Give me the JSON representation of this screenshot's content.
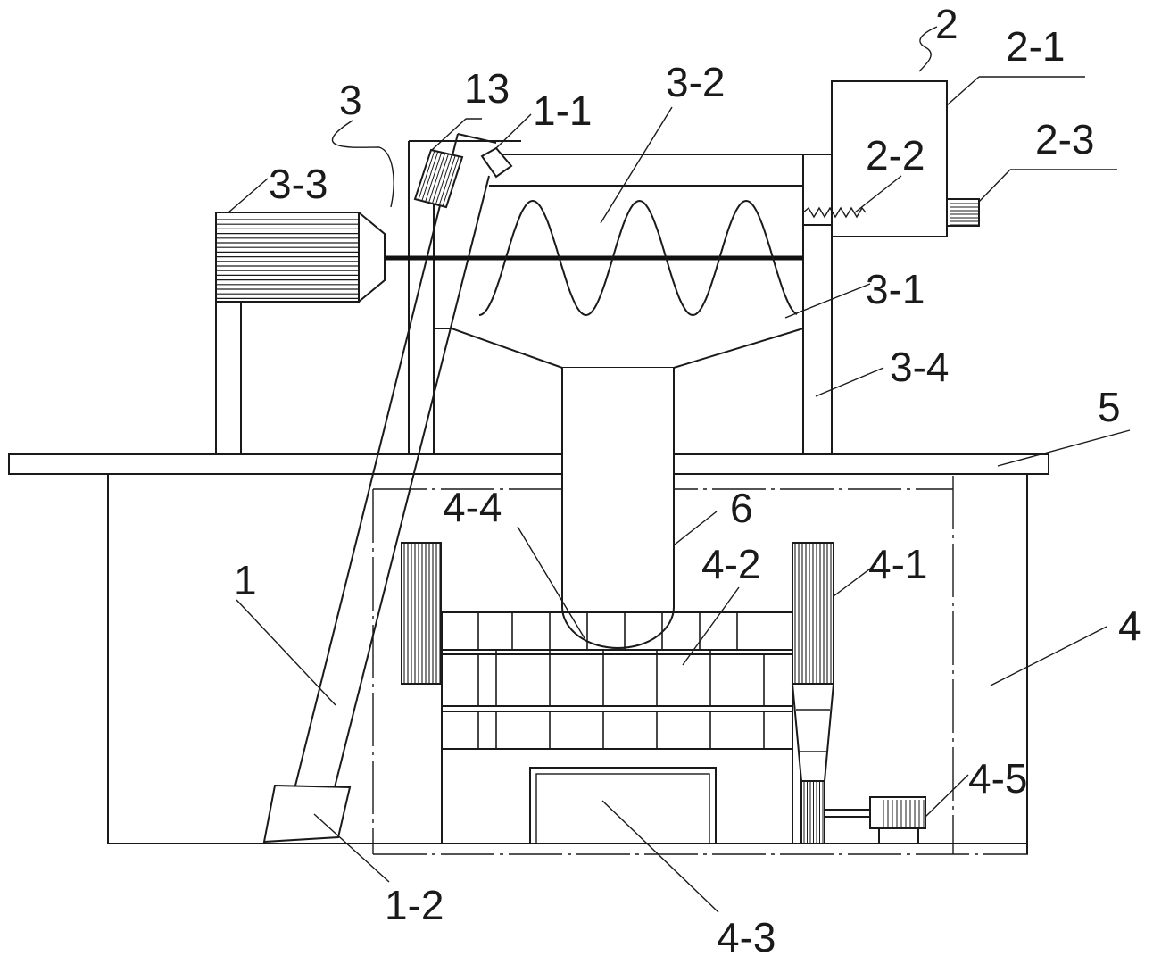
{
  "labels": {
    "l1": "1",
    "l1_1": "1-1",
    "l1_2": "1-2",
    "l2": "2",
    "l2_1": "2-1",
    "l2_2": "2-2",
    "l2_3": "2-3",
    "l3": "3",
    "l3_1": "3-1",
    "l3_2": "3-2",
    "l3_3": "3-3",
    "l3_4": "3-4",
    "l4": "4",
    "l4_1": "4-1",
    "l4_2": "4-2",
    "l4_3": "4-3",
    "l4_4": "4-4",
    "l4_5": "4-5",
    "l5": "5",
    "l6": "6",
    "l13": "13"
  }
}
